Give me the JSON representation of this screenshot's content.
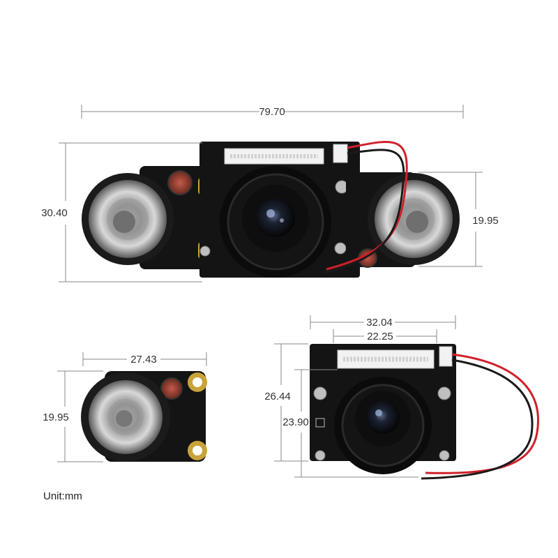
{
  "unit_label": "Unit:mm",
  "dimensions": {
    "full_width": "79.70",
    "full_height": "30.40",
    "light_height_right": "19.95",
    "light_board_width": "27.43",
    "light_board_height": "19.95",
    "camera_board_width": "32.04",
    "camera_connector_width": "22.25",
    "camera_board_height": "26.44",
    "camera_lens_height": "23.90"
  },
  "colors": {
    "pcb": "#141414",
    "gold_pad": "#c9a33a",
    "cable_red": "#d0202a",
    "cable_black": "#1a1a1a",
    "dimension_line": "#8a8a8a"
  }
}
